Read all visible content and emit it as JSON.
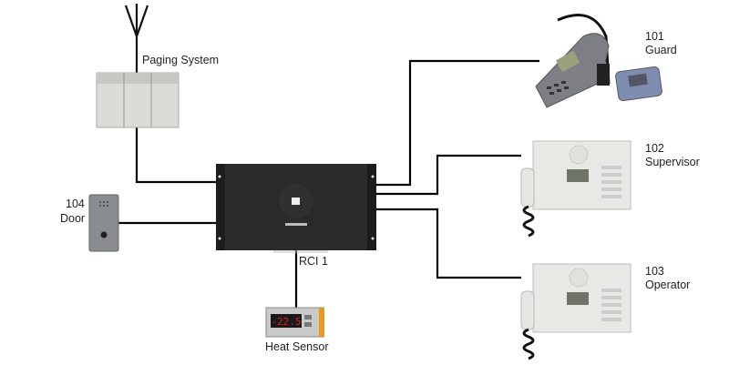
{
  "labels": {
    "paging": "Paging System",
    "door_ext": "104",
    "door_name": "Door",
    "controller": "RCI 1",
    "heat": "Heat Sensor",
    "guard_ext": "101",
    "guard_name": "Guard",
    "supervisor_ext": "102",
    "supervisor_name": "Supervisor",
    "operator_ext": "103",
    "operator_name": "Operator"
  },
  "heat_sensor_reading": "-22.5",
  "colors": {
    "wire": "#000000",
    "controller": "#2a2a2a",
    "display_digits": "#e0201e",
    "station": "#e8e8e4"
  }
}
